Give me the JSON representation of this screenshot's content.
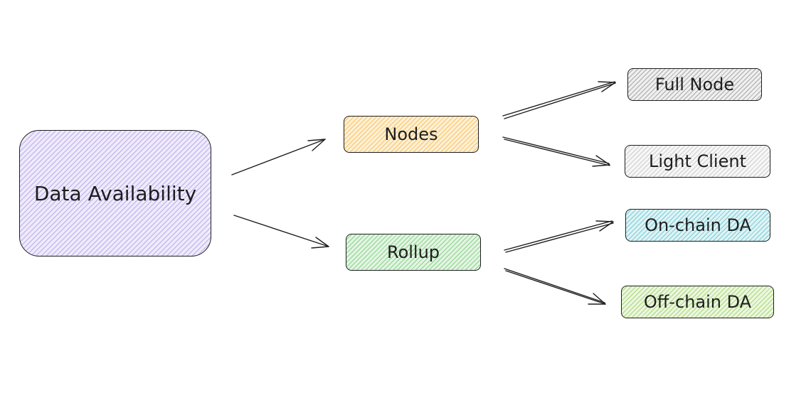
{
  "diagram": {
    "root": {
      "label": "Data Availability",
      "fill": "#a792e6"
    },
    "branches": [
      {
        "label": "Nodes",
        "fill": "#f7be5a",
        "children": [
          {
            "label": "Full Node",
            "fill": "#a0a0a0"
          },
          {
            "label": "Light Client",
            "fill": "#c8c8c8"
          }
        ]
      },
      {
        "label": "Rollup",
        "fill": "#82cd82",
        "children": [
          {
            "label": "On-chain DA",
            "fill": "#6ec8d2"
          },
          {
            "label": "Off-chain DA",
            "fill": "#a0d26e"
          }
        ]
      }
    ],
    "stroke_color": "#1e1e1e"
  }
}
